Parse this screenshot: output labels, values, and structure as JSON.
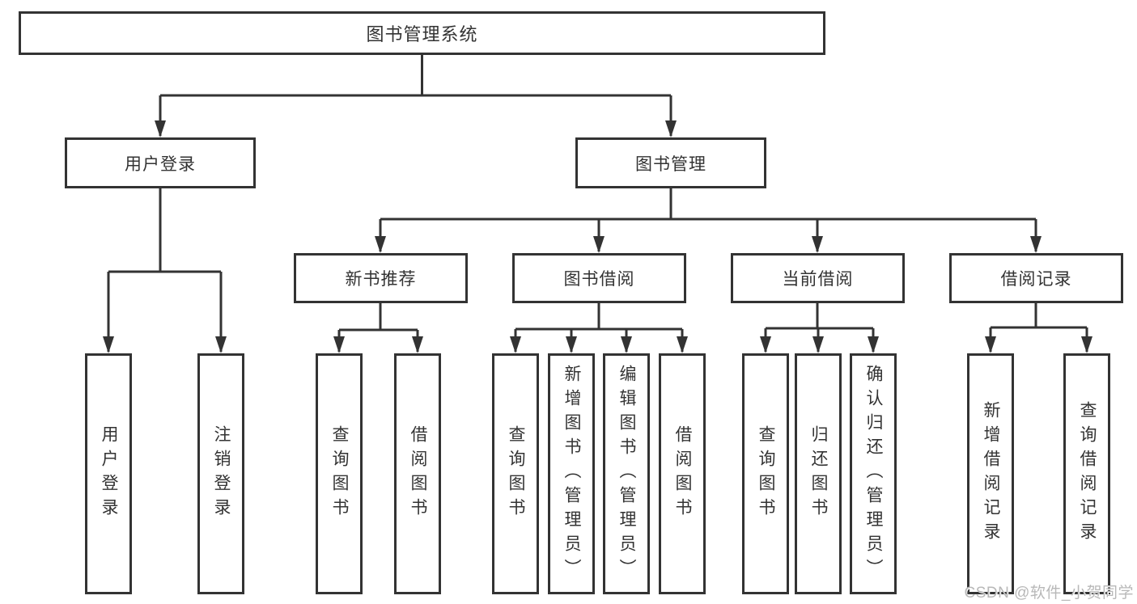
{
  "tree": {
    "root": {
      "label": "图书管理系统",
      "children": [
        {
          "label": "用户登录",
          "children": [
            {
              "label": "用户登录"
            },
            {
              "label": "注销登录"
            }
          ]
        },
        {
          "label": "图书管理",
          "children": [
            {
              "label": "新书推荐",
              "children": [
                {
                  "label": "查询图书"
                },
                {
                  "label": "借阅图书"
                }
              ]
            },
            {
              "label": "图书借阅",
              "children": [
                {
                  "label": "查询图书"
                },
                {
                  "label": "新增图书（管理员）"
                },
                {
                  "label": "编辑图书（管理员）"
                },
                {
                  "label": "借阅图书"
                }
              ]
            },
            {
              "label": "当前借阅",
              "children": [
                {
                  "label": "查询图书"
                },
                {
                  "label": "归还图书"
                },
                {
                  "label": "确认归还（管理员）"
                }
              ]
            },
            {
              "label": "借阅记录",
              "children": [
                {
                  "label": "新增借阅记录"
                },
                {
                  "label": "查询借阅记录"
                }
              ]
            }
          ]
        }
      ]
    }
  },
  "watermark": {
    "text": "CSDN @软件_小贺同学"
  },
  "colors": {
    "line": "#333333",
    "box_border": "#333333",
    "box_fill": "#ffffff",
    "text": "#333333",
    "watermark": "#b8b8b8",
    "background": "#ffffff"
  }
}
